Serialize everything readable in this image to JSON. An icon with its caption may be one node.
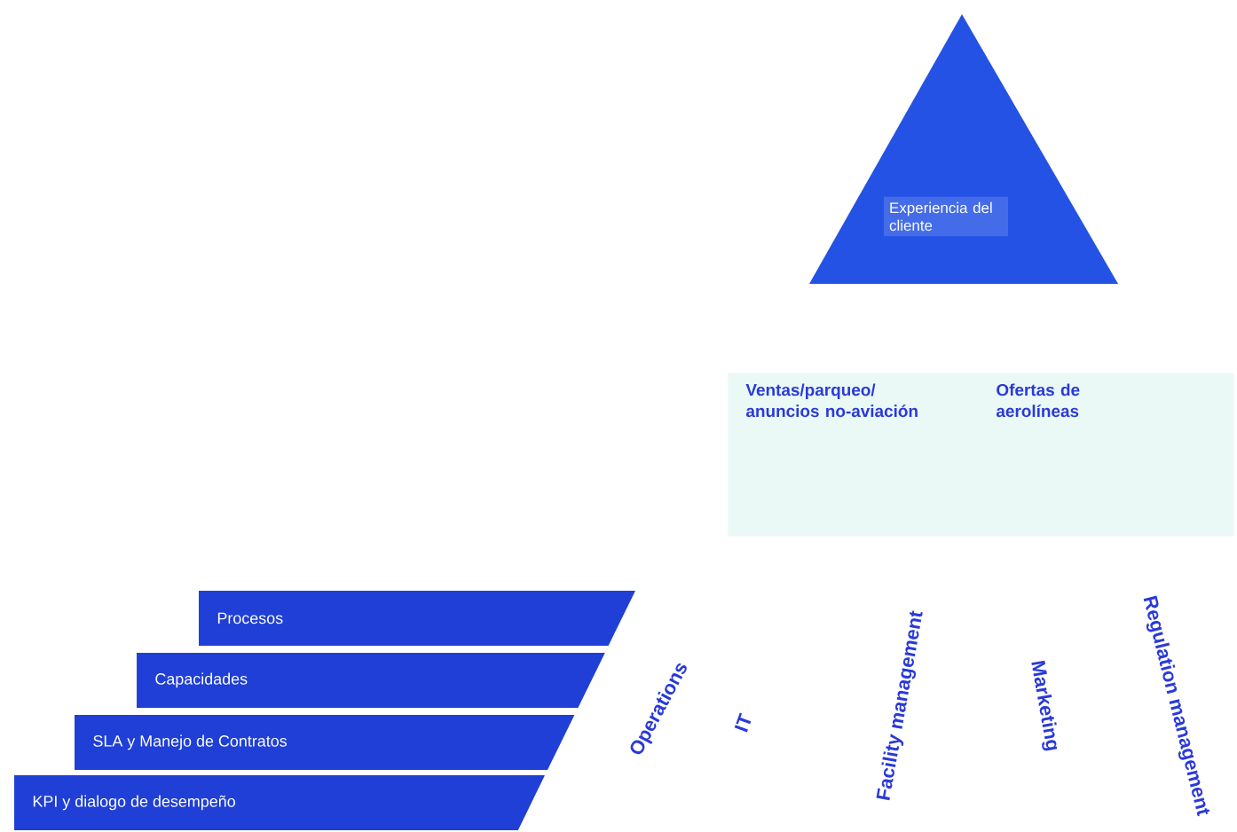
{
  "diagram": {
    "nodes": [
      {
        "text": [
          "Experiencia del cliente"
        ]
      },
      {
        "text": [
          "Ventas/parqueo/ anuncios no-aviación",
          "Ofertas de aerolíneas"
        ]
      },
      {
        "text": [
          "Procesos"
        ]
      },
      {
        "text": [
          "Capacidades"
        ]
      },
      {
        "text": [
          "SLA y Manejo de Contratos"
        ]
      },
      {
        "text": [
          "KPI y dialogo de desempeño"
        ]
      }
    ],
    "labels": [
      "Operations",
      "IT",
      "Facility management",
      "Marketing",
      "Regulation management"
    ]
  }
}
